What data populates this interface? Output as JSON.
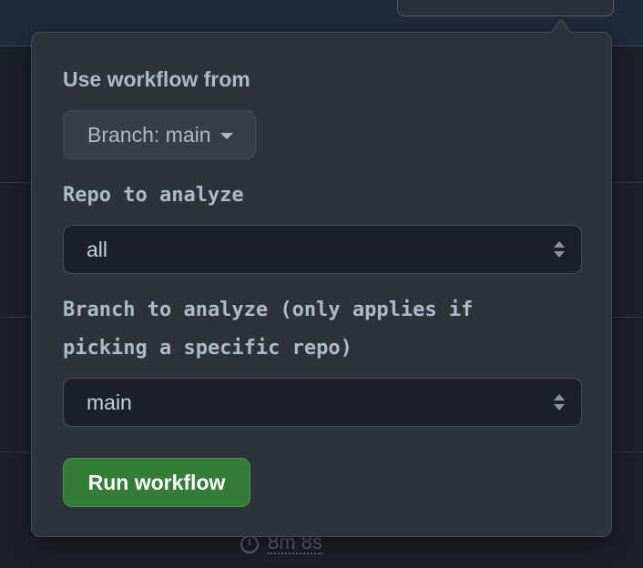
{
  "background": {
    "duration": "8m 8s"
  },
  "popover": {
    "use_workflow_label": "Use workflow from",
    "branch_button_label": "Branch: main",
    "repo_label": "Repo to analyze",
    "repo_select_value": "all",
    "branch_label_line1": "Branch to analyze (only applies if",
    "branch_label_line2": "picking a specific repo)",
    "branch_select_value": "main",
    "run_button_label": "Run workflow"
  },
  "colors": {
    "popover_bg": "#2d333b",
    "select_bg": "#1c2128",
    "run_button_bg": "#347d39",
    "text": "#adbac7"
  },
  "icons": {
    "branch_caret": "caret-down-icon",
    "select_arrows": "select-arrows-icon",
    "duration": "stopwatch-icon"
  }
}
